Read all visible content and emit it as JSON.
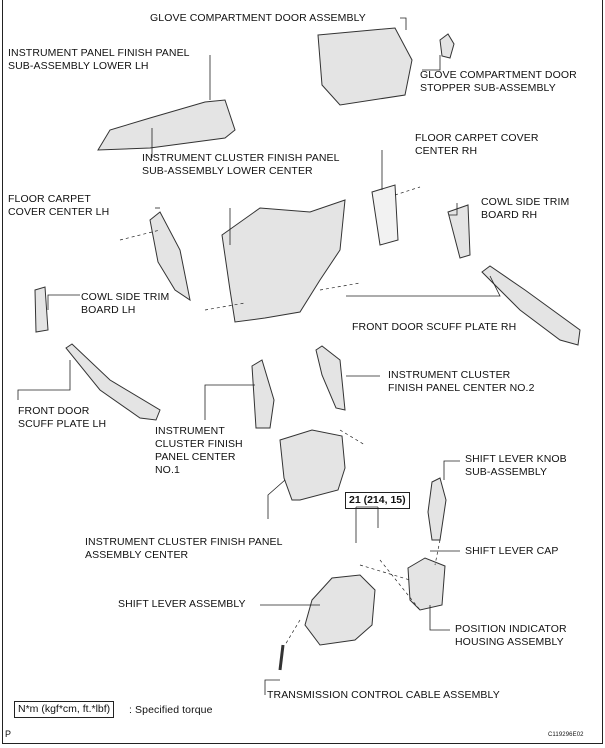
{
  "labels": {
    "glove_door": "GLOVE COMPARTMENT DOOR ASSEMBLY",
    "ip_lower_lh": "INSTRUMENT PANEL FINISH PANEL\nSUB-ASSEMBLY LOWER LH",
    "glove_stopper": "GLOVE COMPARTMENT DOOR\nSTOPPER SUB-ASSEMBLY",
    "cluster_lower_center": "INSTRUMENT CLUSTER FINISH PANEL\nSUB-ASSEMBLY LOWER CENTER",
    "carpet_rh": "FLOOR CARPET COVER\nCENTER RH",
    "carpet_lh": "FLOOR CARPET\nCOVER CENTER LH",
    "cowl_rh": "COWL SIDE TRIM\nBOARD RH",
    "cowl_lh": "COWL SIDE TRIM\nBOARD LH",
    "scuff_rh": "FRONT DOOR SCUFF PLATE RH",
    "scuff_lh": "FRONT DOOR\nSCUFF PLATE LH",
    "cluster_center_no2": "INSTRUMENT CLUSTER\nFINISH PANEL CENTER NO.2",
    "cluster_center_no1": "INSTRUMENT\nCLUSTER FINISH\nPANEL CENTER\nNO.1",
    "shift_knob": "SHIFT LEVER KNOB\nSUB-ASSEMBLY",
    "cluster_panel_center": "INSTRUMENT CLUSTER FINISH PANEL\nASSEMBLY CENTER",
    "shift_cap": "SHIFT LEVER CAP",
    "shift_lever": "SHIFT LEVER ASSEMBLY",
    "position_indicator": "POSITION INDICATOR\nHOUSING ASSEMBLY",
    "trans_cable": "TRANSMISSION CONTROL CABLE ASSEMBLY"
  },
  "torque": "21 (214, 15)",
  "legend": {
    "unit": "N*m (kgf*cm, ft.*lbf)",
    "text": ": Specified torque"
  },
  "corner_mark": "P",
  "figure_code": "C119296E02"
}
